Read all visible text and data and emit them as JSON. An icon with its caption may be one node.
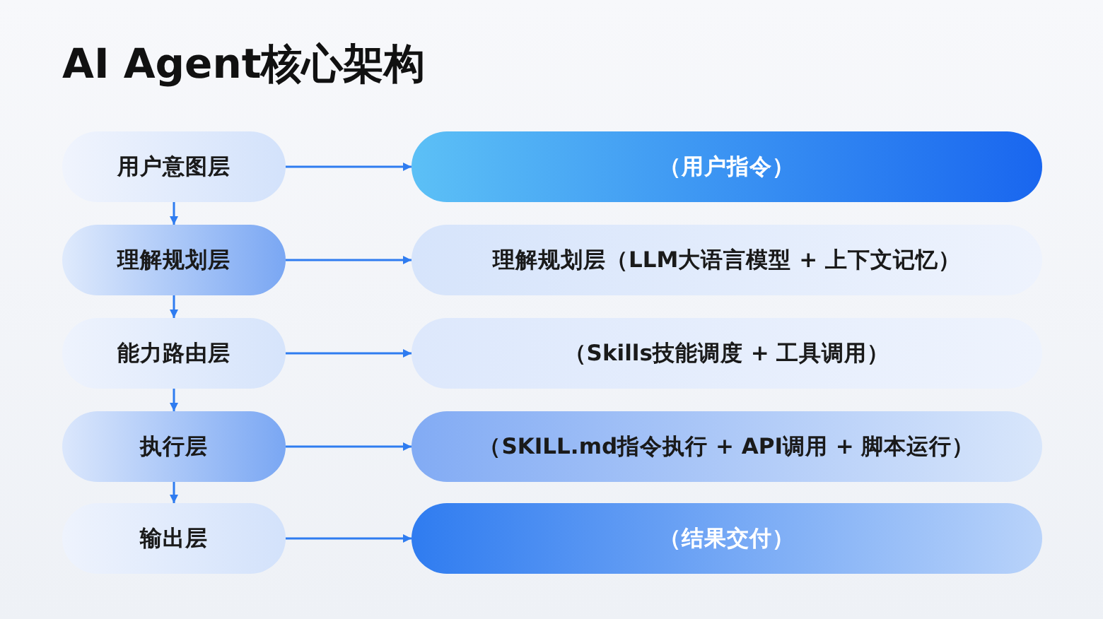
{
  "diagram": {
    "title": "AI Agent核心架构",
    "nodes": [
      {
        "text": [
          "用户意图层"
        ]
      },
      {
        "text": [
          "（用户指令）"
        ]
      },
      {
        "text": [
          "理解规划层"
        ]
      },
      {
        "text": [
          "理解规划层（LLM大语言模型 + 上下文记忆）"
        ]
      },
      {
        "text": [
          "能力路由层"
        ]
      },
      {
        "text": [
          "（Skills技能调度 + 工具调用）"
        ]
      },
      {
        "text": [
          "执行层"
        ]
      },
      {
        "text": [
          "（SKILL.md指令执行 + API调用 + 脚本运行）"
        ]
      },
      {
        "text": [
          "输出层"
        ]
      },
      {
        "text": [
          "（结果交付）"
        ]
      }
    ],
    "edges": [
      {
        "from": 0,
        "to": 1,
        "arrow": "to"
      },
      {
        "from": 2,
        "to": 3,
        "arrow": "to"
      },
      {
        "from": 4,
        "to": 5,
        "arrow": "to"
      },
      {
        "from": 6,
        "to": 7,
        "arrow": "to"
      },
      {
        "from": 8,
        "to": 9,
        "arrow": "to"
      },
      {
        "from": 0,
        "to": 2,
        "arrow": "to"
      },
      {
        "from": 2,
        "to": 4,
        "arrow": "to"
      },
      {
        "from": 4,
        "to": 6,
        "arrow": "to"
      },
      {
        "from": 6,
        "to": 8,
        "arrow": "to"
      }
    ]
  }
}
